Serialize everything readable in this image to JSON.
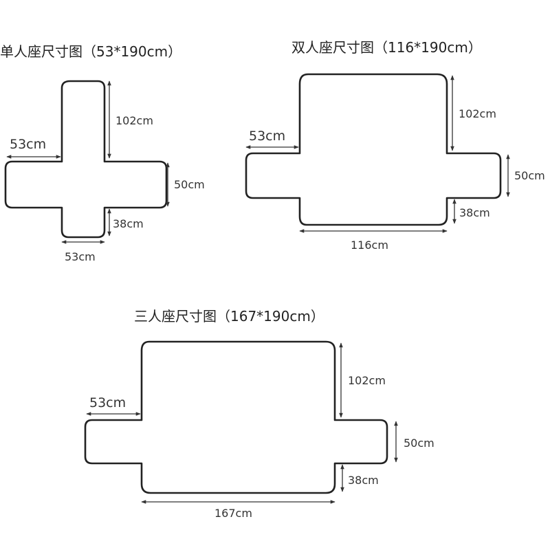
{
  "colors": {
    "background": "#ffffff",
    "outline": "#222222",
    "dimension": "#333333"
  },
  "diagrams": [
    {
      "title": "单人座尺寸图（53*190cm）",
      "dims": {
        "top": "102cm",
        "side": "53cm",
        "arm": "50cm",
        "bottom": "38cm",
        "width": "53cm"
      }
    },
    {
      "title": "双人座尺寸图（116*190cm）",
      "dims": {
        "top": "102cm",
        "side": "53cm",
        "arm": "50cm",
        "bottom": "38cm",
        "width": "116cm"
      }
    },
    {
      "title": "三人座尺寸图（167*190cm）",
      "dims": {
        "top": "102cm",
        "side": "53cm",
        "arm": "50cm",
        "bottom": "38cm",
        "width": "167cm"
      }
    }
  ]
}
